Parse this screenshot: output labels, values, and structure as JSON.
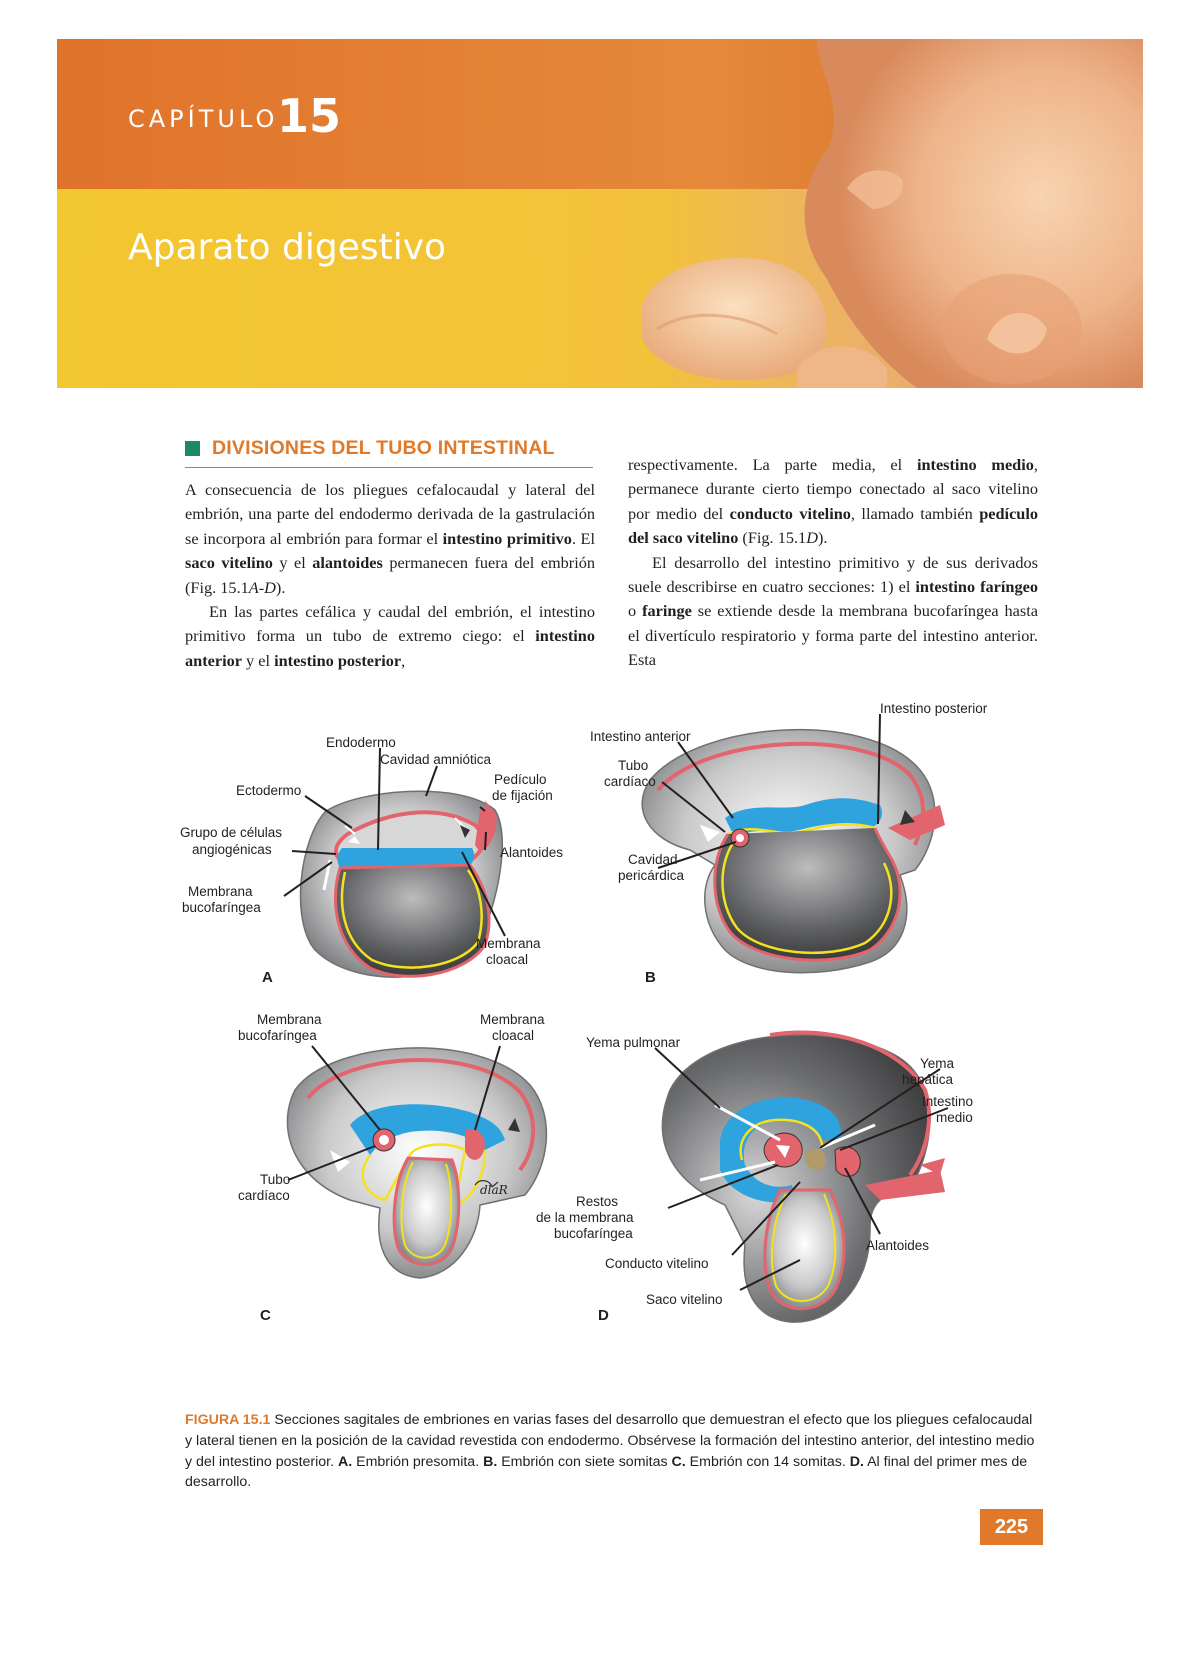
{
  "header": {
    "chapter_label": "CAPÍTULO",
    "chapter_number": "15",
    "chapter_title": "Aparato digestivo"
  },
  "section": {
    "heading": "DIVISIONES DEL TUBO INTESTINAL"
  },
  "body": {
    "left_paragraphs": [
      [
        {
          "t": "A consecuencia de los pliegues cefalocaudal y lateral del embrión, una parte del endodermo derivada de la gastrulación se incorpora al embrión para formar el "
        },
        {
          "t": "intestino primitivo",
          "b": true
        },
        {
          "t": ". El "
        },
        {
          "t": "saco vitelino",
          "b": true
        },
        {
          "t": " y el "
        },
        {
          "t": "alantoides",
          "b": true
        },
        {
          "t": " permanecen fuera del embrión (Fig. 15.1"
        },
        {
          "t": "A-D",
          "i": true
        },
        {
          "t": ")."
        }
      ],
      [
        {
          "t": "En las partes cefálica y caudal del embrión, el intestino primitivo forma un tubo de extremo ciego: el "
        },
        {
          "t": "intestino anterior",
          "b": true
        },
        {
          "t": " y el "
        },
        {
          "t": "intestino posterior",
          "b": true
        },
        {
          "t": ","
        }
      ]
    ],
    "right_paragraphs": [
      [
        {
          "t": "respectivamente. La parte media, el "
        },
        {
          "t": "intestino medio",
          "b": true
        },
        {
          "t": ", permanece durante cierto tiempo conectado al saco vitelino por medio del "
        },
        {
          "t": "conducto vitelino",
          "b": true
        },
        {
          "t": ", llamado también "
        },
        {
          "t": "pedículo del saco vitelino",
          "b": true
        },
        {
          "t": " (Fig. 15.1"
        },
        {
          "t": "D",
          "i": true
        },
        {
          "t": ")."
        }
      ],
      [
        {
          "t": "El desarrollo del intestino primitivo y de sus derivados suele describirse en cuatro secciones: 1) el "
        },
        {
          "t": "intestino faríngeo",
          "b": true
        },
        {
          "t": " o "
        },
        {
          "t": "faringe",
          "b": true
        },
        {
          "t": " se extiende desde la membrana bucofaríngea hasta el divertículo respiratorio y forma parte del intestino anterior. Esta"
        }
      ]
    ]
  },
  "figure": {
    "panels": [
      "A",
      "B",
      "C",
      "D"
    ],
    "labels_a": [
      "Endodermo",
      "Cavidad amniótica",
      "Ectodermo",
      "Pedículo",
      "de fijación",
      "Grupo de células",
      "angiogénicas",
      "Alantoides",
      "Membrana",
      "bucofaríngea",
      "Membrana",
      "cloacal"
    ],
    "labels_b": [
      "Intestino posterior",
      "Intestino anterior",
      "Tubo",
      "cardíaco",
      "Cavidad",
      "pericárdica"
    ],
    "labels_c": [
      "Membrana",
      "bucofaríngea",
      "Membrana",
      "cloacal",
      "Tubo",
      "cardíaco"
    ],
    "labels_d": [
      "Yema pulmonar",
      "Yema",
      "hepática",
      "Intestino",
      "medio",
      "Restos",
      "de la membrana",
      "bucofaríngea",
      "Alantoides",
      "Conducto vitelino",
      "Saco vitelino"
    ],
    "signature": "dlaR",
    "caption_id": "FIGURA 15.1",
    "caption_parts": [
      {
        "t": " Secciones sagitales de embriones en varias fases del desarrollo que demuestran el efecto que los pliegues cefalocaudal y lateral tienen en la posición de la cavidad revestida con endodermo. Obsérvese la formación del intestino anterior, del intestino medio y del intestino posterior. "
      },
      {
        "t": "A.",
        "b": true
      },
      {
        "t": " Embrión presomita. "
      },
      {
        "t": "B.",
        "b": true
      },
      {
        "t": " Embrión con siete somitas "
      },
      {
        "t": "C.",
        "b": true
      },
      {
        "t": " Embrión con 14 somitas. "
      },
      {
        "t": "D.",
        "b": true
      },
      {
        "t": " Al final del primer mes de desarrollo."
      }
    ]
  },
  "page_number": "225",
  "colors": {
    "accent_orange": "#e07a2a",
    "section_green": "#1b8a5e",
    "banner_yellow": "#f2c82c",
    "endoderm_yellow": "#f3e21f",
    "ectoderm_red": "#e2646c",
    "blue": "#2ea3de"
  }
}
